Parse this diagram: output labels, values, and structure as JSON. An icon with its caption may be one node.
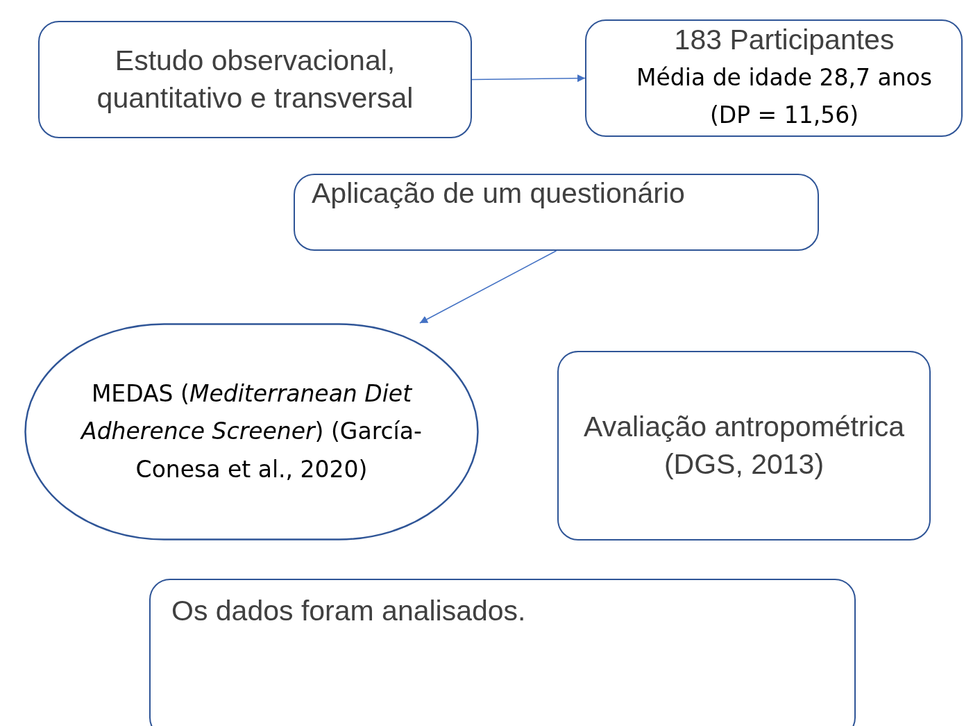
{
  "diagram": {
    "nodes": [
      {
        "text": [
          "Estudo observacional, quantitativo e transversal"
        ]
      },
      {
        "text": [
          "183 Participantes",
          "Média de  idade  28,7 anos (DP = 11,56)"
        ]
      },
      {
        "text": [
          "Aplicação de um questionário"
        ]
      },
      {
        "text": [
          "MEDAS (*Mediterranean Diet Adherence Screener*) (García-Conesa et al., 2020)"
        ]
      },
      {
        "text": [
          "Avaliação antropométrica (DGS, 2013)"
        ]
      },
      {
        "text": [
          "Os dados foram analisados."
        ]
      }
    ],
    "edges": [
      {
        "from": 0,
        "to": 1,
        "arrow": "to"
      },
      {
        "from": 2,
        "to": 3,
        "arrow": "to"
      }
    ]
  }
}
